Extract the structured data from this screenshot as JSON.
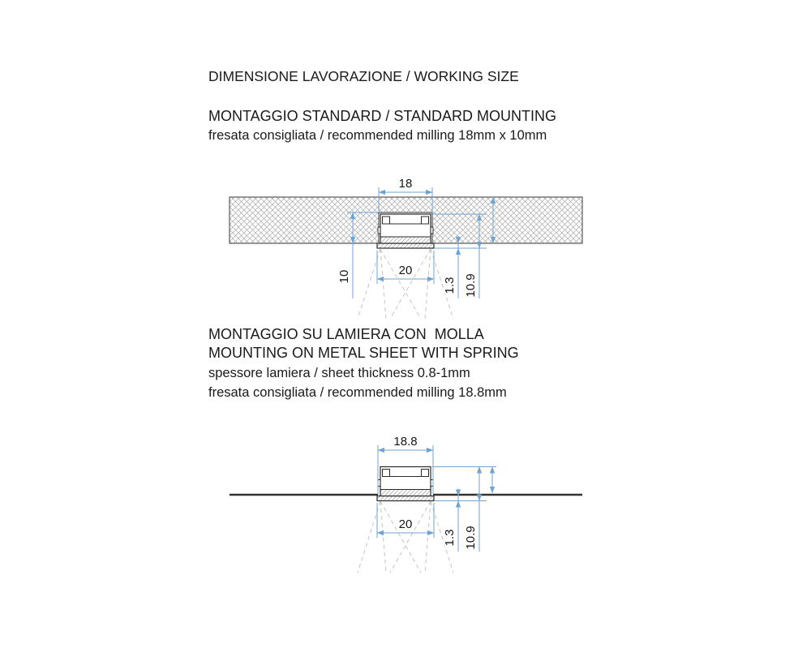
{
  "title": "DIMENSIONE LAVORAZIONE / WORKING SIZE",
  "section_standard": {
    "heading": "MONTAGGIO STANDARD / STANDARD MOUNTING",
    "subtitle": "fresata consigliata / recommended milling 18mm x 10mm",
    "dimensions": {
      "milling_width": "18",
      "flange_width": "20",
      "milling_depth": "10",
      "flange_thickness": "1.3",
      "profile_height": "10.9"
    }
  },
  "section_sheet": {
    "heading_it": "MONTAGGIO SU LAMIERA CON  MOLLA",
    "heading_en": "MOUNTING ON METAL SHEET WITH SPRING",
    "subtitle_thickness": "spessore lamiera / sheet thickness 0.8-1mm",
    "subtitle_milling": "fresata consigliata / recommended milling 18.8mm",
    "dimensions": {
      "milling_width": "18.8",
      "flange_width": "20",
      "flange_thickness": "1.3",
      "profile_height": "10.9"
    }
  },
  "colors": {
    "dimension_line": "#6fa3d4",
    "drawing_outline": "#3a3a3a",
    "hatch": "#a9a9a9",
    "light_beam": "#c4c4c4"
  }
}
